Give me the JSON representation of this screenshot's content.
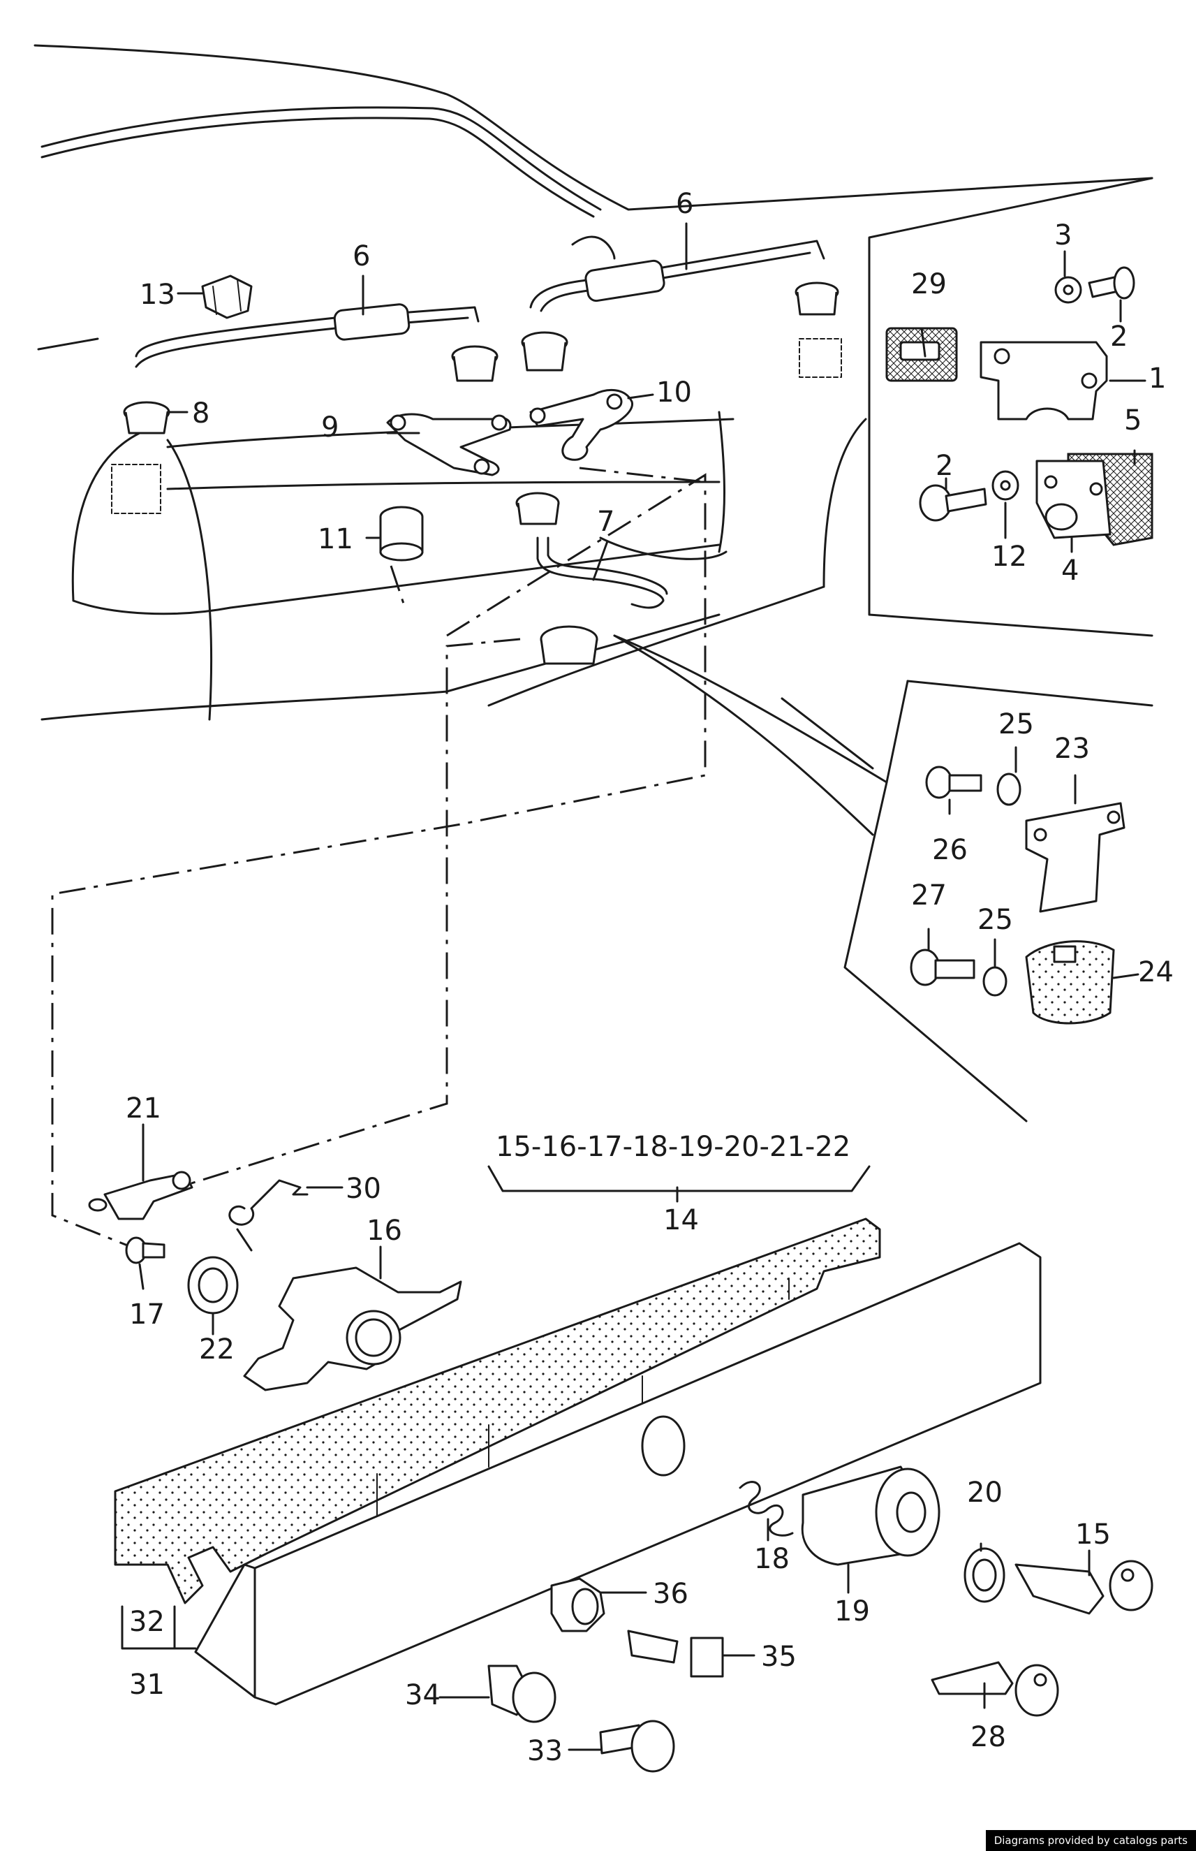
{
  "callouts": {
    "c1": "1",
    "c2a": "2",
    "c2b": "2",
    "c3": "3",
    "c4": "4",
    "c5": "5",
    "c6a": "6",
    "c6b": "6",
    "c7": "7",
    "c8": "8",
    "c9": "9",
    "c10": "10",
    "c11": "11",
    "c12": "12",
    "c13": "13",
    "c14": "14",
    "group14": "15-16-17-18-19-20-21-22",
    "c15": "15",
    "c16": "16",
    "c17": "17",
    "c18": "18",
    "c19": "19",
    "c20": "20",
    "c21": "21",
    "c22": "22",
    "c23": "23",
    "c24": "24",
    "c25a": "25",
    "c25b": "25",
    "c26": "26",
    "c27": "27",
    "c28": "28",
    "c29": "29",
    "c30": "30",
    "c31": "31",
    "c32": "32",
    "c33": "33",
    "c34": "34",
    "c35": "35",
    "c36": "36"
  },
  "footer": {
    "credit": "Diagrams provided by catalogs parts"
  }
}
